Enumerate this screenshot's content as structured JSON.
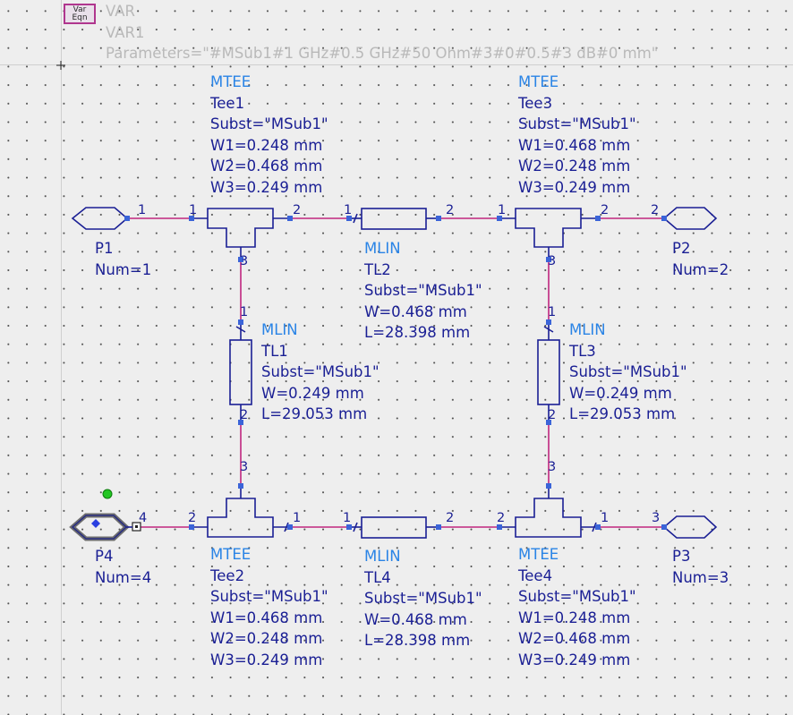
{
  "var_block": {
    "icon_line1": "Var",
    "icon_line2": "Eqn",
    "type": "VAR",
    "name": "VAR1",
    "parameters": "Parameters=\"#MSub1#1 GHz#0.5 GHz#50 Ohm#3#0#0.5#3 dB#0 mm\""
  },
  "components": {
    "tee1": {
      "kind": "MTEE",
      "name": "Tee1",
      "subst": "Subst=\"MSub1\"",
      "w1": "W1=0.248 mm",
      "w2": "W2=0.468 mm",
      "w3": "W3=0.249 mm"
    },
    "tee3": {
      "kind": "MTEE",
      "name": "Tee3",
      "subst": "Subst=\"MSub1\"",
      "w1": "W1=0.468 mm",
      "w2": "W2=0.248 mm",
      "w3": "W3=0.249 mm"
    },
    "tee2": {
      "kind": "MTEE",
      "name": "Tee2",
      "subst": "Subst=\"MSub1\"",
      "w1": "W1=0.468 mm",
      "w2": "W2=0.248 mm",
      "w3": "W3=0.249 mm"
    },
    "tee4": {
      "kind": "MTEE",
      "name": "Tee4",
      "subst": "Subst=\"MSub1\"",
      "w1": "W1=0.248 mm",
      "w2": "W2=0.468 mm",
      "w3": "W3=0.249 mm"
    },
    "tl1": {
      "kind": "MLIN",
      "name": "TL1",
      "subst": "Subst=\"MSub1\"",
      "w": "W=0.249 mm",
      "l": "L=29.053 mm"
    },
    "tl2": {
      "kind": "MLIN",
      "name": "TL2",
      "subst": "Subst=\"MSub1\"",
      "w": "W=0.468 mm",
      "l": "L=28.398 mm"
    },
    "tl3": {
      "kind": "MLIN",
      "name": "TL3",
      "subst": "Subst=\"MSub1\"",
      "w": "W=0.249 mm",
      "l": "L=29.053 mm"
    },
    "tl4": {
      "kind": "MLIN",
      "name": "TL4",
      "subst": "Subst=\"MSub1\"",
      "w": "W=0.468 mm",
      "l": "L=28.398 mm"
    }
  },
  "ports": {
    "p1": {
      "name": "P1",
      "num": "Num=1"
    },
    "p2": {
      "name": "P2",
      "num": "Num=2"
    },
    "p3": {
      "name": "P3",
      "num": "Num=3"
    },
    "p4": {
      "name": "P4",
      "num": "Num=4"
    }
  },
  "pins": {
    "p1_pin": "1",
    "tee1_pin1": "1",
    "tee1_pin2": "2",
    "tee1_pin3": "3",
    "tl2_pin1": "1",
    "tl2_pin2": "2",
    "tee3_pin1": "1",
    "tee3_pin2": "2",
    "tee3_pin3": "3",
    "p2_pin": "2",
    "tl1_pin1": "1",
    "tl1_pin2": "2",
    "tl3_pin1": "1",
    "tl3_pin2": "2",
    "tee2_pin3": "3",
    "tee4_pin3": "3",
    "p4_pin": "4",
    "tee2_pin2": "2",
    "tee2_pin1": "1",
    "tl4_pin1": "1",
    "tl4_pin2": "2",
    "tee4_pin2": "2",
    "tee4_pin1": "1",
    "p3_pin": "3"
  },
  "colors": {
    "background": "#eeeeee",
    "wire": "#c0267f",
    "component": "#1a1f94",
    "component_kind": "#2a84e6",
    "disabled_text": "#b9b9b9"
  }
}
